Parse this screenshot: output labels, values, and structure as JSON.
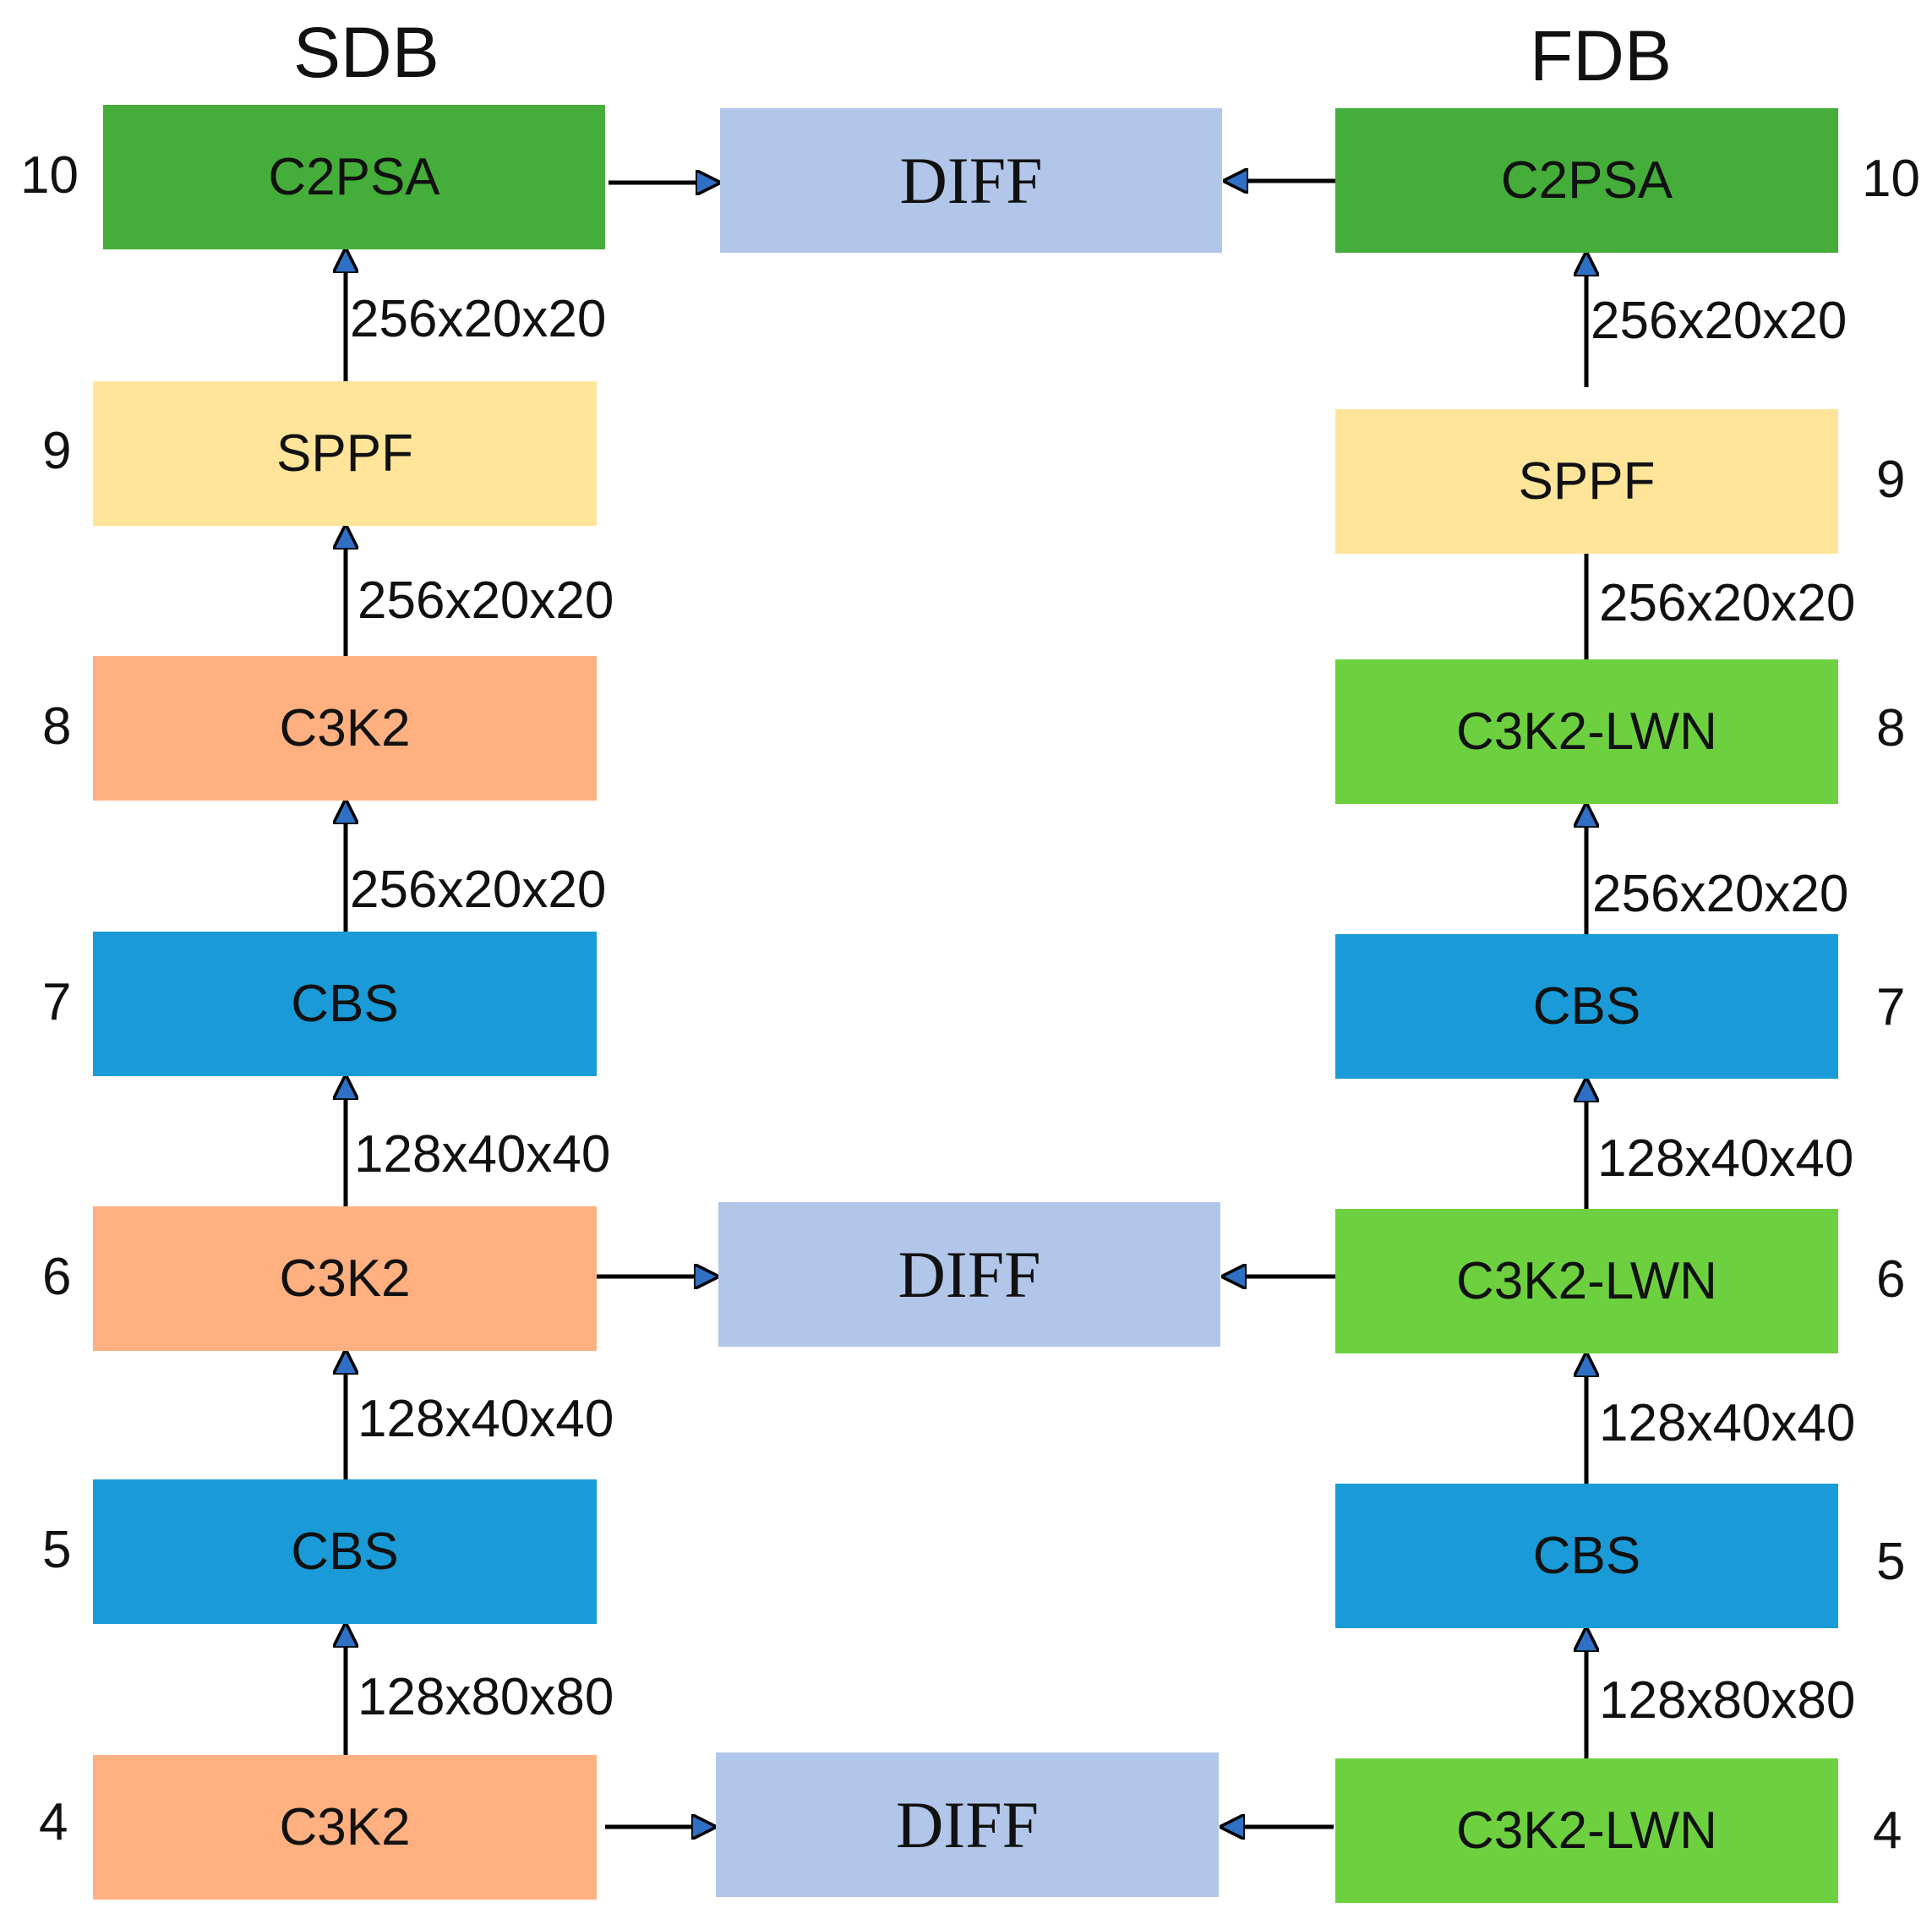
{
  "headers": {
    "left": "SDB",
    "right": "FDB"
  },
  "colors": {
    "c2psa": "#45ae3b",
    "sppf": "#ffe599",
    "c3k2": "#ffb081",
    "cbs": "#1a9bd7",
    "c3k2_lwn": "#6dd13f",
    "diff": "#b1c6e8",
    "arrow_head": "#2f6fc4"
  },
  "left": {
    "boxes": [
      {
        "layer": "10",
        "label": "C2PSA"
      },
      {
        "layer": "9",
        "label": "SPPF"
      },
      {
        "layer": "8",
        "label": "C3K2"
      },
      {
        "layer": "7",
        "label": "CBS"
      },
      {
        "layer": "6",
        "label": "C3K2"
      },
      {
        "layer": "5",
        "label": "CBS"
      },
      {
        "layer": "4",
        "label": "C3K2"
      }
    ],
    "dims": [
      "256x20x20",
      "256x20x20",
      "256x20x20",
      "128x40x40",
      "128x40x40",
      "128x80x80"
    ]
  },
  "right": {
    "boxes": [
      {
        "layer": "10",
        "label": "C2PSA"
      },
      {
        "layer": "9",
        "label": "SPPF"
      },
      {
        "layer": "8",
        "label": "C3K2-LWN"
      },
      {
        "layer": "7",
        "label": "CBS"
      },
      {
        "layer": "6",
        "label": "C3K2-LWN"
      },
      {
        "layer": "5",
        "label": "CBS"
      },
      {
        "layer": "4",
        "label": "C3K2-LWN"
      }
    ],
    "dims": [
      "256x20x20",
      "256x20x20",
      "256x20x20",
      "128x40x40",
      "128x40x40",
      "128x80x80"
    ]
  },
  "diff": {
    "top": "DIFF",
    "middle": "DIFF",
    "bottom": "DIFF"
  }
}
